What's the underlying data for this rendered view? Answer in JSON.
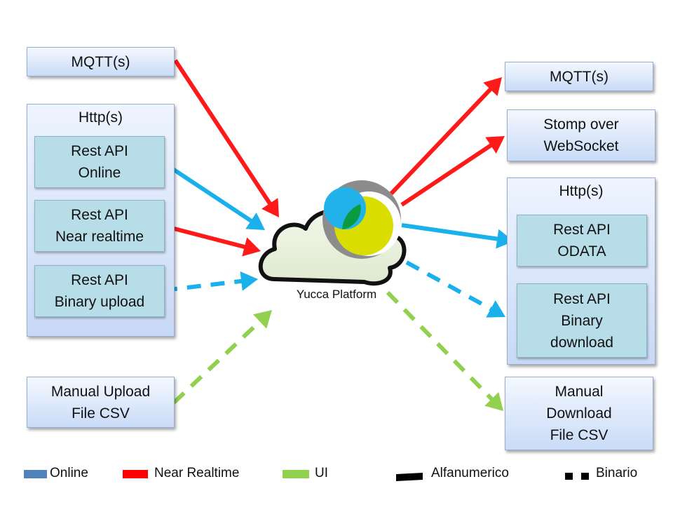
{
  "colors": {
    "online": "#1ab0ec",
    "near_realtime": "#ff1a1a",
    "ui": "#92d050",
    "legend_online": "#4f81bd",
    "legend_near_realtime": "#ff0000",
    "legend_ui": "#92d050",
    "legend_alfanumerico": "#000000",
    "legend_binario": "#000000",
    "logo_blue": "#21b2ea",
    "logo_yellow": "#d9dd00",
    "logo_green": "#0a9a3f",
    "logo_grey": "#8c8c8c"
  },
  "left": {
    "mqtt": "MQTT(s)",
    "http_group": {
      "title": "Http(s)",
      "rest_online": "Rest API\nOnline",
      "rest_near_realtime": "Rest API\nNear realtime",
      "rest_binary_upload": "Rest API\nBinary upload"
    },
    "manual_upload": "Manual Upload\nFile CSV"
  },
  "center": {
    "label": "Yucca Platform",
    "logo_icon": "yucca-logo-icon",
    "cloud_icon": "cloud-icon"
  },
  "right": {
    "mqtt": "MQTT(s)",
    "stomp": "Stomp over\nWebSocket",
    "http_group": {
      "title": "Http(s)",
      "rest_odata": "Rest API\nODATA",
      "rest_binary_download": "Rest API\nBinary\ndownload"
    },
    "manual_download": "Manual\nDownload\nFile CSV"
  },
  "legend": {
    "online": "Online",
    "near_realtime": "Near Realtime",
    "ui": "UI",
    "alfanumerico": "Alfanumerico",
    "binario": "Binario"
  },
  "flows": [
    {
      "from": "MQTT(s)",
      "to": "Yucca Platform",
      "type": "near_realtime",
      "style": "solid"
    },
    {
      "from": "Rest API Online",
      "to": "Yucca Platform",
      "type": "online",
      "style": "solid"
    },
    {
      "from": "Rest API Near realtime",
      "to": "Yucca Platform",
      "type": "near_realtime",
      "style": "solid"
    },
    {
      "from": "Rest API Binary upload",
      "to": "Yucca Platform",
      "type": "online",
      "style": "dashed"
    },
    {
      "from": "Manual Upload File CSV",
      "to": "Yucca Platform",
      "type": "ui",
      "style": "dashed"
    },
    {
      "from": "Yucca Platform",
      "to": "MQTT(s)",
      "type": "near_realtime",
      "style": "solid"
    },
    {
      "from": "Yucca Platform",
      "to": "Stomp over WebSocket",
      "type": "near_realtime",
      "style": "solid"
    },
    {
      "from": "Yucca Platform",
      "to": "Rest API ODATA",
      "type": "online",
      "style": "solid"
    },
    {
      "from": "Yucca Platform",
      "to": "Rest API Binary download",
      "type": "online",
      "style": "dashed"
    },
    {
      "from": "Yucca Platform",
      "to": "Manual Download File CSV",
      "type": "ui",
      "style": "dashed"
    }
  ]
}
